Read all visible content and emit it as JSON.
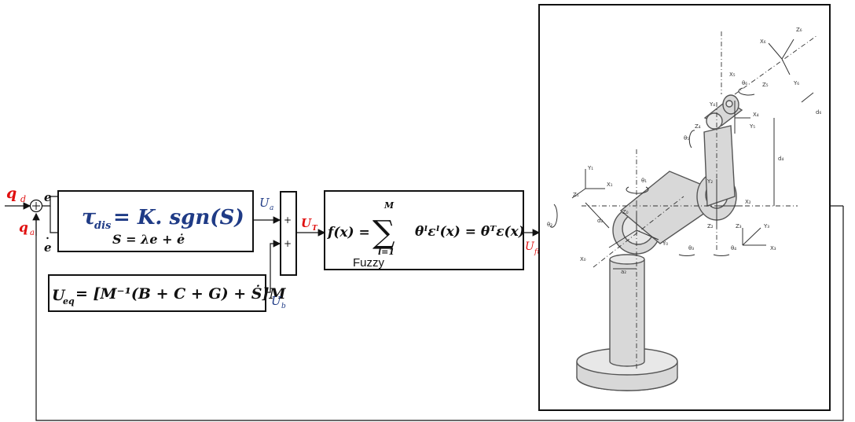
{
  "inputs": {
    "q_d": "q",
    "q_d_sub": "d",
    "q_a": "q",
    "q_a_sub": "a",
    "e": "e",
    "e_dot": "e"
  },
  "sum_sign": "+",
  "dist_block": {
    "tau": "τ",
    "tau_sub": "dis",
    "rest": " = K. sgn(S)",
    "sliding": "S = λe + ė"
  },
  "eq_block": {
    "u": "U",
    "u_sub": "eq",
    "rest": " = [M⁻¹(B + C + G) + Ṡ]M"
  },
  "signals": {
    "ua": "U",
    "ua_sub": "a",
    "ub": "U",
    "ub_sub": "b",
    "ut": "U",
    "ut_sub": "T",
    "ufuzzy": "U",
    "ufuzzy_sub": "fuzzy"
  },
  "adder": {
    "plus1": "+",
    "plus2": "+"
  },
  "fuzzy_block": {
    "lhs": "f(x) = ",
    "sum_top": "M",
    "sum_sym": "∑",
    "sum_bottom": "l=1",
    "term1": "θˡεˡ(x) =  θᵀε(x)",
    "label": "Fuzzy"
  },
  "robot_labels": {
    "x0": "X₀",
    "y0": "Y₀",
    "z0": "Z₀",
    "x1": "X₁",
    "y1": "Y₁",
    "z1": "Z₁",
    "x2": "X₂",
    "y2": "Y₂",
    "z2": "Z₂",
    "x3": "X₃",
    "y3": "Y₃",
    "z3": "Z₃",
    "x4": "X₄",
    "y4": "Y₄",
    "z4": "Z₄",
    "x5": "X₅",
    "y5": "Y₅",
    "z5": "Z₅",
    "x6": "X₆",
    "y6": "Y₆",
    "z6": "Z₆",
    "a2": "a₂",
    "d2": "d₂",
    "d4": "d₄",
    "d6": "d₆",
    "t1": "θ₁",
    "t2": "θ₂",
    "t3": "θ₃",
    "t4": "θ₄",
    "t5": "θ₅",
    "t6": "θ₆"
  }
}
